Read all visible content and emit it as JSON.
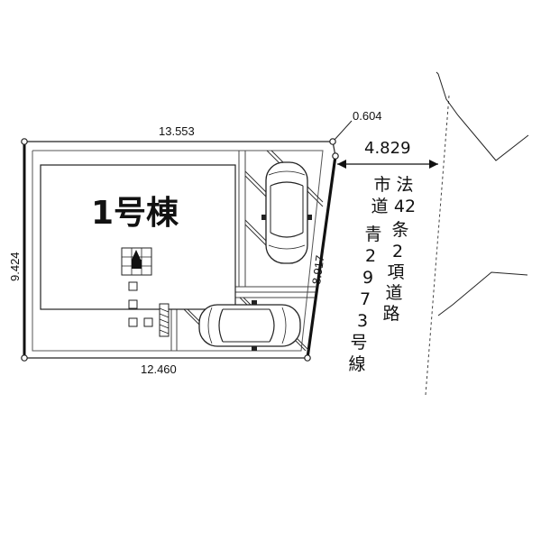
{
  "building": {
    "label": "1号棟"
  },
  "dimensions": {
    "top": "13.553",
    "left": "9.424",
    "bottom": "12.460",
    "right": "8.917",
    "corner": "0.604",
    "road_width": "4.829"
  },
  "road": {
    "line1": [
      "法",
      "42",
      "条",
      "2",
      "項",
      "道",
      "路"
    ],
    "line2": [
      "市",
      "道",
      "青",
      "2",
      "9",
      "7",
      "3",
      "号",
      "線"
    ]
  },
  "icons": [
    "car-icon",
    "entrance-arrow-icon"
  ]
}
